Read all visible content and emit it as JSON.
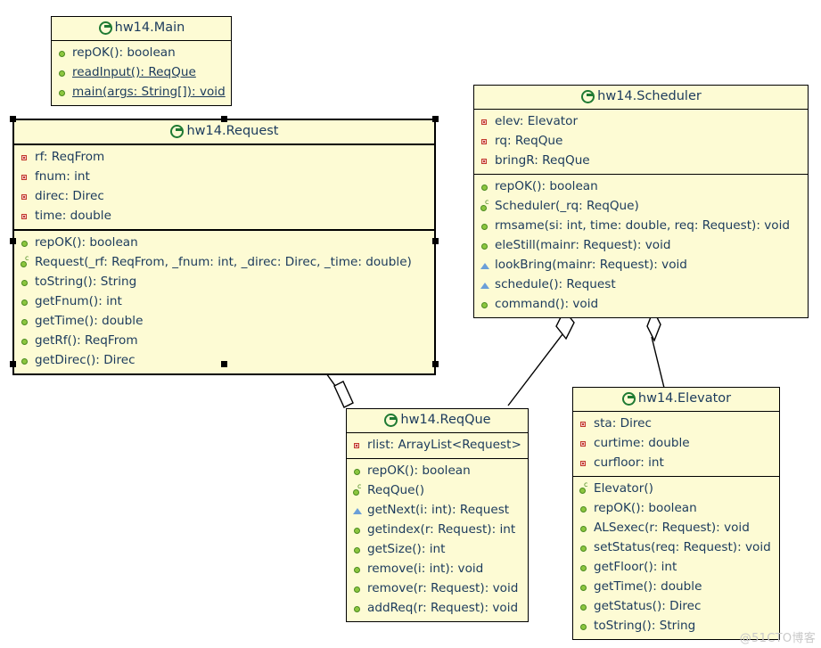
{
  "diagram": {
    "title": "hw14 UML class diagram",
    "package_prefix": "hw14",
    "watermark": "@51CTO博客",
    "colors": {
      "class_fill": "#fdfbd4",
      "border": "#000000",
      "text": "#1b3a5c",
      "class_icon": "#1f7a33",
      "public_method": "#8cc63f",
      "protected_method": "#6b9fd8",
      "private_field": "#c0392b",
      "canvas": "#ffffff"
    }
  },
  "classes": [
    {
      "id": "main",
      "name": "hw14.Main",
      "icon": "class-icon",
      "selected": false,
      "fields": [],
      "methods": [
        {
          "icon": "public-method-icon",
          "label": "repOK(): boolean",
          "static": false
        },
        {
          "icon": "public-method-icon",
          "label": "readInput(): ReqQue",
          "static": true
        },
        {
          "icon": "public-method-icon",
          "label": "main(args: String[]): void",
          "static": true
        }
      ]
    },
    {
      "id": "request",
      "name": "hw14.Request",
      "icon": "class-icon",
      "selected": true,
      "fields": [
        {
          "icon": "private-field-icon",
          "label": "rf: ReqFrom"
        },
        {
          "icon": "private-field-icon",
          "label": "fnum: int"
        },
        {
          "icon": "private-field-icon",
          "label": "direc: Direc"
        },
        {
          "icon": "private-field-icon",
          "label": "time: double"
        }
      ],
      "methods": [
        {
          "icon": "public-method-icon",
          "label": "repOK(): boolean",
          "static": false
        },
        {
          "icon": "constructor-icon",
          "label": "Request(_rf: ReqFrom, _fnum: int, _direc: Direc, _time: double)",
          "static": false
        },
        {
          "icon": "public-method-icon",
          "label": "toString(): String",
          "static": false
        },
        {
          "icon": "public-method-icon",
          "label": "getFnum(): int",
          "static": false
        },
        {
          "icon": "public-method-icon",
          "label": "getTime(): double",
          "static": false
        },
        {
          "icon": "public-method-icon",
          "label": "getRf(): ReqFrom",
          "static": false
        },
        {
          "icon": "public-method-icon",
          "label": "getDirec(): Direc",
          "static": false
        }
      ]
    },
    {
      "id": "scheduler",
      "name": "hw14.Scheduler",
      "icon": "class-icon",
      "selected": false,
      "fields": [
        {
          "icon": "private-field-icon",
          "label": "elev: Elevator"
        },
        {
          "icon": "private-field-icon",
          "label": "rq: ReqQue"
        },
        {
          "icon": "private-field-icon",
          "label": "bringR: ReqQue"
        }
      ],
      "methods": [
        {
          "icon": "public-method-icon",
          "label": "repOK(): boolean",
          "static": false
        },
        {
          "icon": "constructor-icon",
          "label": "Scheduler(_rq: ReqQue)",
          "static": false
        },
        {
          "icon": "public-method-icon",
          "label": "rmsame(si: int, time: double, req: Request): void",
          "static": false
        },
        {
          "icon": "public-method-icon",
          "label": "eleStill(mainr: Request): void",
          "static": false
        },
        {
          "icon": "protected-method-icon",
          "label": "lookBring(mainr: Request): void",
          "static": false
        },
        {
          "icon": "protected-method-icon",
          "label": "schedule(): Request",
          "static": false
        },
        {
          "icon": "public-method-icon",
          "label": "command(): void",
          "static": false
        }
      ]
    },
    {
      "id": "reqque",
      "name": "hw14.ReqQue",
      "icon": "class-icon",
      "selected": false,
      "fields": [
        {
          "icon": "private-field-icon",
          "label": "rlist: ArrayList<Request>"
        }
      ],
      "methods": [
        {
          "icon": "public-method-icon",
          "label": "repOK(): boolean",
          "static": false
        },
        {
          "icon": "constructor-icon",
          "label": "ReqQue()",
          "static": false
        },
        {
          "icon": "protected-method-icon",
          "label": "getNext(i: int): Request",
          "static": false
        },
        {
          "icon": "public-method-icon",
          "label": "getindex(r: Request): int",
          "static": false
        },
        {
          "icon": "public-method-icon",
          "label": "getSize(): int",
          "static": false
        },
        {
          "icon": "public-method-icon",
          "label": "remove(i: int): void",
          "static": false
        },
        {
          "icon": "public-method-icon",
          "label": "remove(r: Request): void",
          "static": false
        },
        {
          "icon": "public-method-icon",
          "label": "addReq(r: Request): void",
          "static": false
        }
      ]
    },
    {
      "id": "elevator",
      "name": "hw14.Elevator",
      "icon": "class-icon",
      "selected": false,
      "fields": [
        {
          "icon": "private-field-icon",
          "label": "sta: Direc"
        },
        {
          "icon": "private-field-icon",
          "label": "curtime: double"
        },
        {
          "icon": "private-field-icon",
          "label": "curfloor: int"
        }
      ],
      "methods": [
        {
          "icon": "constructor-icon",
          "label": "Elevator()",
          "static": false
        },
        {
          "icon": "public-method-icon",
          "label": "repOK(): boolean",
          "static": false
        },
        {
          "icon": "public-method-icon",
          "label": "ALSexec(r: Request): void",
          "static": false
        },
        {
          "icon": "public-method-icon",
          "label": "setStatus(req: Request): void",
          "static": false
        },
        {
          "icon": "public-method-icon",
          "label": "getFloor(): int",
          "static": false
        },
        {
          "icon": "public-method-icon",
          "label": "getTime(): double",
          "static": false
        },
        {
          "icon": "public-method-icon",
          "label": "getStatus(): Direc",
          "static": false
        },
        {
          "icon": "public-method-icon",
          "label": "toString(): String",
          "static": false
        }
      ]
    }
  ],
  "relationships": [
    {
      "id": "reqque-request",
      "type": "aggregation",
      "from": "hw14.ReqQue",
      "to": "hw14.Request"
    },
    {
      "id": "scheduler-reqque",
      "type": "aggregation",
      "from": "hw14.Scheduler",
      "to": "hw14.ReqQue"
    },
    {
      "id": "scheduler-elevator",
      "type": "aggregation",
      "from": "hw14.Scheduler",
      "to": "hw14.Elevator"
    }
  ]
}
